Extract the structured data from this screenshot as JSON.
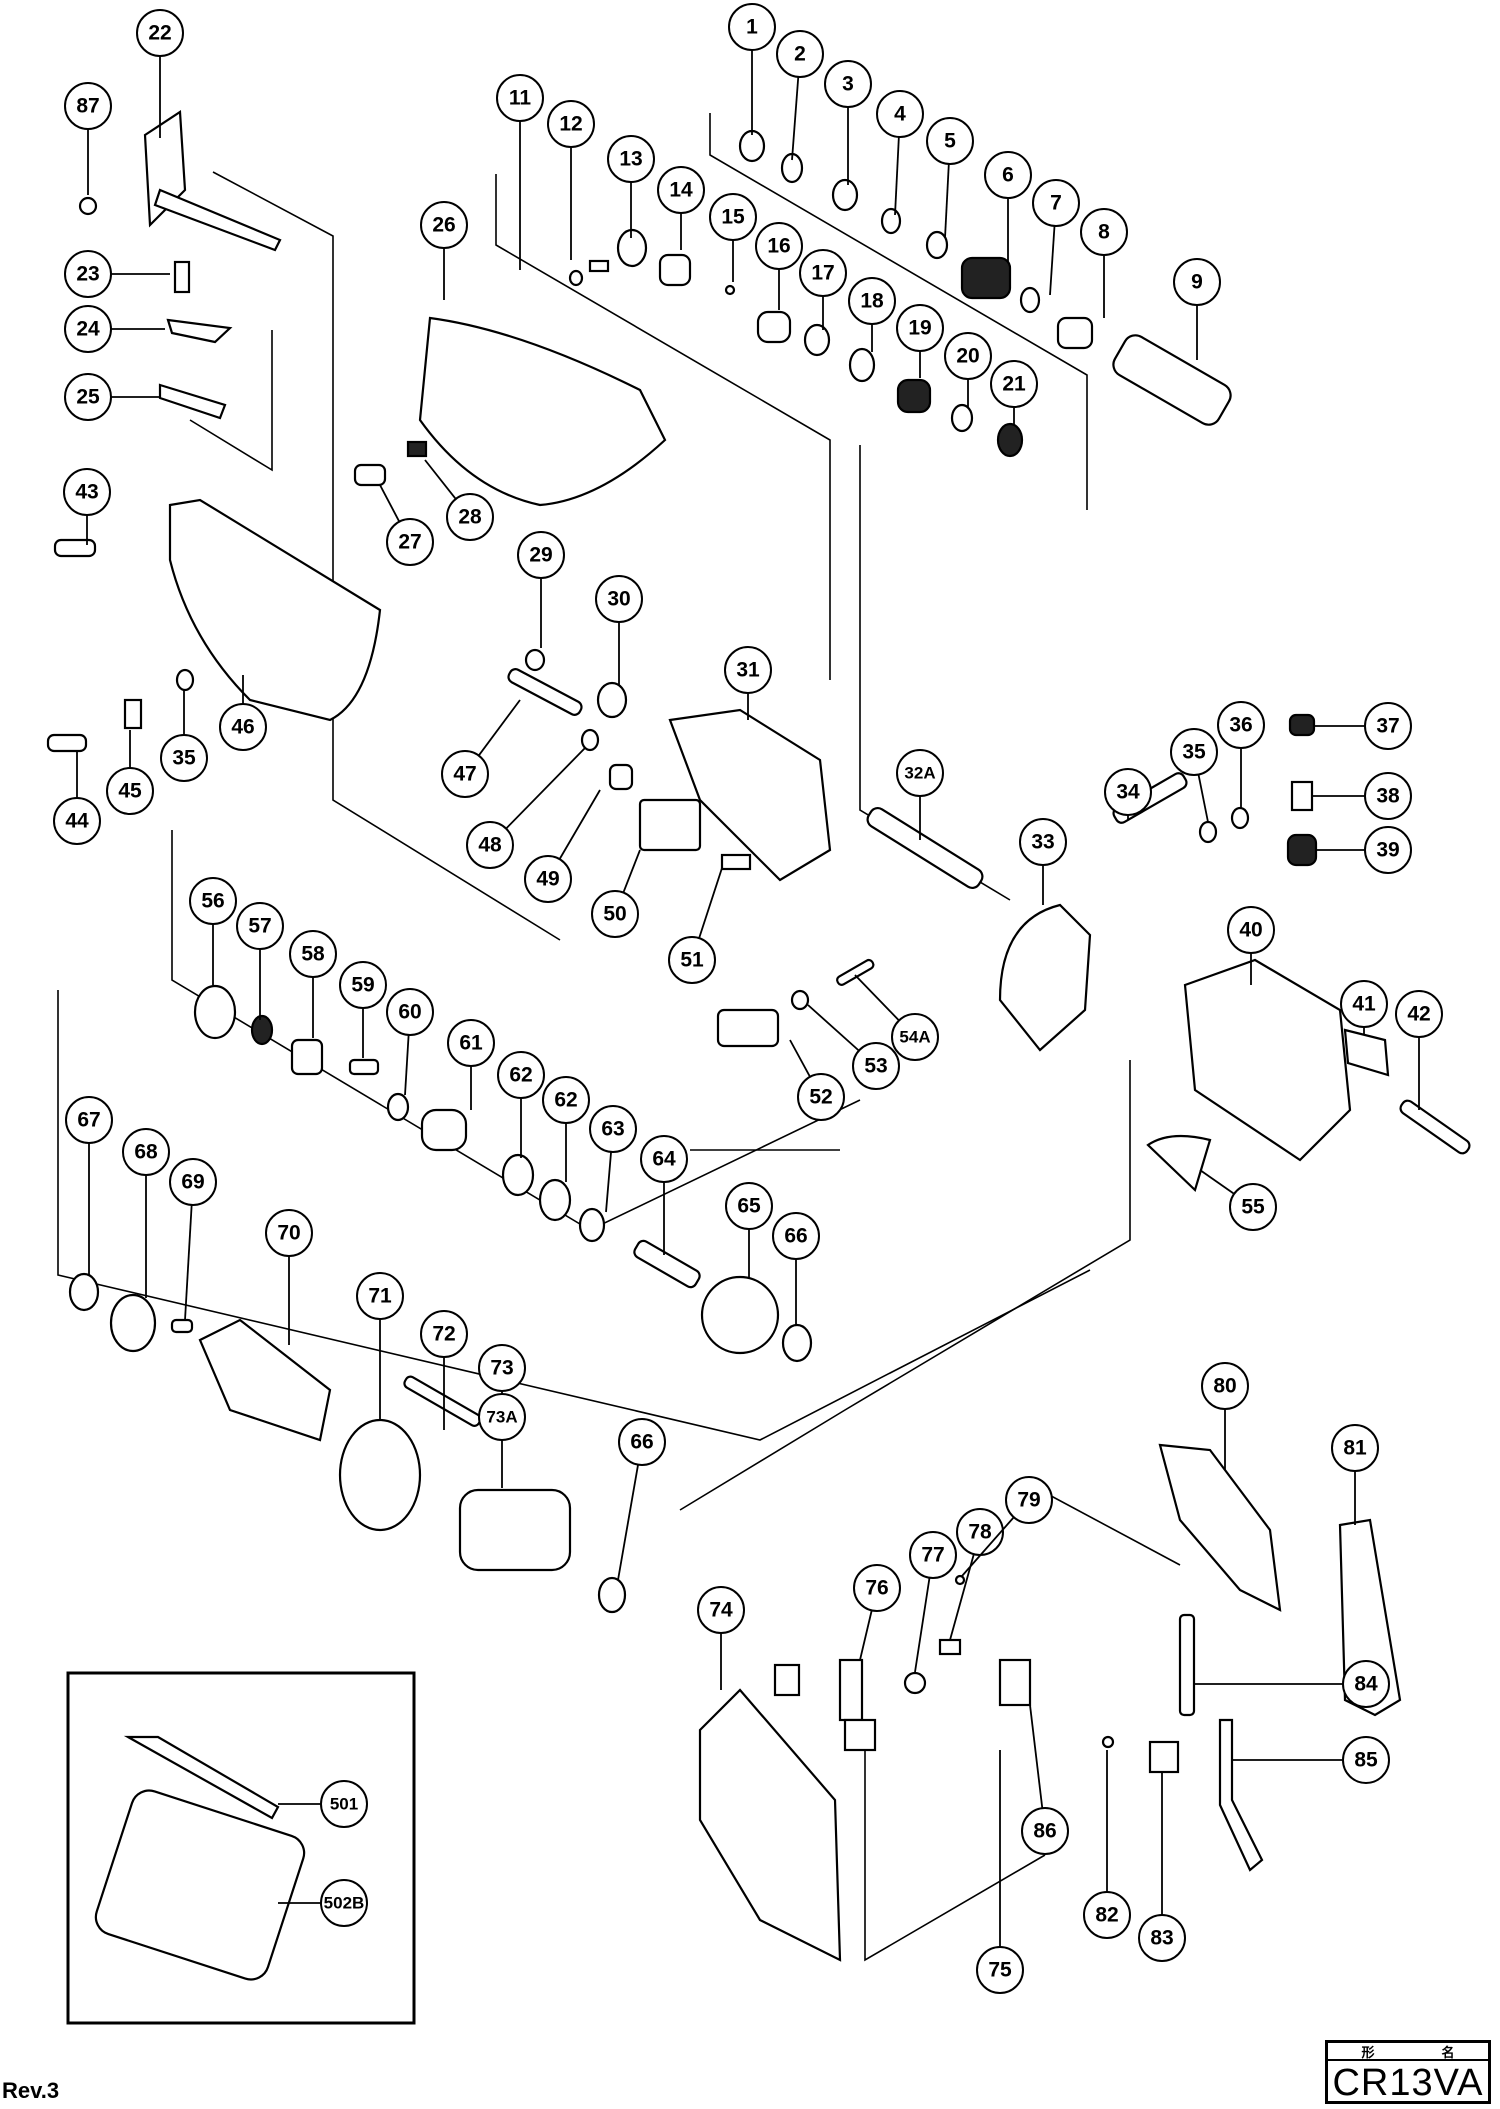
{
  "document": {
    "type": "exploded parts diagram",
    "revision": "Rev.3",
    "title_block": {
      "header_label_1": "形",
      "header_label_2": "名",
      "model": "CR13VA"
    }
  },
  "callouts": [
    {
      "id": "1",
      "label": "1"
    },
    {
      "id": "2",
      "label": "2"
    },
    {
      "id": "3",
      "label": "3"
    },
    {
      "id": "4",
      "label": "4"
    },
    {
      "id": "5",
      "label": "5"
    },
    {
      "id": "6",
      "label": "6"
    },
    {
      "id": "7",
      "label": "7"
    },
    {
      "id": "8",
      "label": "8"
    },
    {
      "id": "9",
      "label": "9"
    },
    {
      "id": "11",
      "label": "11"
    },
    {
      "id": "12",
      "label": "12"
    },
    {
      "id": "13",
      "label": "13"
    },
    {
      "id": "14",
      "label": "14"
    },
    {
      "id": "15",
      "label": "15"
    },
    {
      "id": "16",
      "label": "16"
    },
    {
      "id": "17",
      "label": "17"
    },
    {
      "id": "18",
      "label": "18"
    },
    {
      "id": "19",
      "label": "19"
    },
    {
      "id": "20",
      "label": "20"
    },
    {
      "id": "21",
      "label": "21"
    },
    {
      "id": "22",
      "label": "22"
    },
    {
      "id": "87",
      "label": "87"
    },
    {
      "id": "23",
      "label": "23"
    },
    {
      "id": "24",
      "label": "24"
    },
    {
      "id": "25",
      "label": "25"
    },
    {
      "id": "26",
      "label": "26"
    },
    {
      "id": "27",
      "label": "27"
    },
    {
      "id": "28",
      "label": "28"
    },
    {
      "id": "43",
      "label": "43"
    },
    {
      "id": "44",
      "label": "44"
    },
    {
      "id": "45",
      "label": "45"
    },
    {
      "id": "35a",
      "label": "35"
    },
    {
      "id": "46",
      "label": "46"
    },
    {
      "id": "29",
      "label": "29"
    },
    {
      "id": "30",
      "label": "30"
    },
    {
      "id": "31",
      "label": "31"
    },
    {
      "id": "47",
      "label": "47"
    },
    {
      "id": "48",
      "label": "48"
    },
    {
      "id": "49",
      "label": "49"
    },
    {
      "id": "50",
      "label": "50"
    },
    {
      "id": "51",
      "label": "51"
    },
    {
      "id": "32A",
      "label": "32A"
    },
    {
      "id": "33",
      "label": "33"
    },
    {
      "id": "34",
      "label": "34"
    },
    {
      "id": "35b",
      "label": "35"
    },
    {
      "id": "36",
      "label": "36"
    },
    {
      "id": "37",
      "label": "37"
    },
    {
      "id": "38",
      "label": "38"
    },
    {
      "id": "39",
      "label": "39"
    },
    {
      "id": "40",
      "label": "40"
    },
    {
      "id": "41",
      "label": "41"
    },
    {
      "id": "42",
      "label": "42"
    },
    {
      "id": "52",
      "label": "52"
    },
    {
      "id": "53",
      "label": "53"
    },
    {
      "id": "54A",
      "label": "54A"
    },
    {
      "id": "55",
      "label": "55"
    },
    {
      "id": "56",
      "label": "56"
    },
    {
      "id": "57",
      "label": "57"
    },
    {
      "id": "58",
      "label": "58"
    },
    {
      "id": "59",
      "label": "59"
    },
    {
      "id": "60",
      "label": "60"
    },
    {
      "id": "61",
      "label": "61"
    },
    {
      "id": "62a",
      "label": "62"
    },
    {
      "id": "62b",
      "label": "62"
    },
    {
      "id": "63",
      "label": "63"
    },
    {
      "id": "64",
      "label": "64"
    },
    {
      "id": "65",
      "label": "65"
    },
    {
      "id": "66a",
      "label": "66"
    },
    {
      "id": "67",
      "label": "67"
    },
    {
      "id": "68",
      "label": "68"
    },
    {
      "id": "69",
      "label": "69"
    },
    {
      "id": "70",
      "label": "70"
    },
    {
      "id": "71",
      "label": "71"
    },
    {
      "id": "72",
      "label": "72"
    },
    {
      "id": "73",
      "label": "73"
    },
    {
      "id": "73A",
      "label": "73A"
    },
    {
      "id": "66b",
      "label": "66"
    },
    {
      "id": "74",
      "label": "74"
    },
    {
      "id": "75",
      "label": "75"
    },
    {
      "id": "76",
      "label": "76"
    },
    {
      "id": "77",
      "label": "77"
    },
    {
      "id": "78",
      "label": "78"
    },
    {
      "id": "79",
      "label": "79"
    },
    {
      "id": "80",
      "label": "80"
    },
    {
      "id": "81",
      "label": "81"
    },
    {
      "id": "82",
      "label": "82"
    },
    {
      "id": "83",
      "label": "83"
    },
    {
      "id": "84",
      "label": "84"
    },
    {
      "id": "85",
      "label": "85"
    },
    {
      "id": "86",
      "label": "86"
    },
    {
      "id": "501",
      "label": "501"
    },
    {
      "id": "502B",
      "label": "502B"
    }
  ]
}
